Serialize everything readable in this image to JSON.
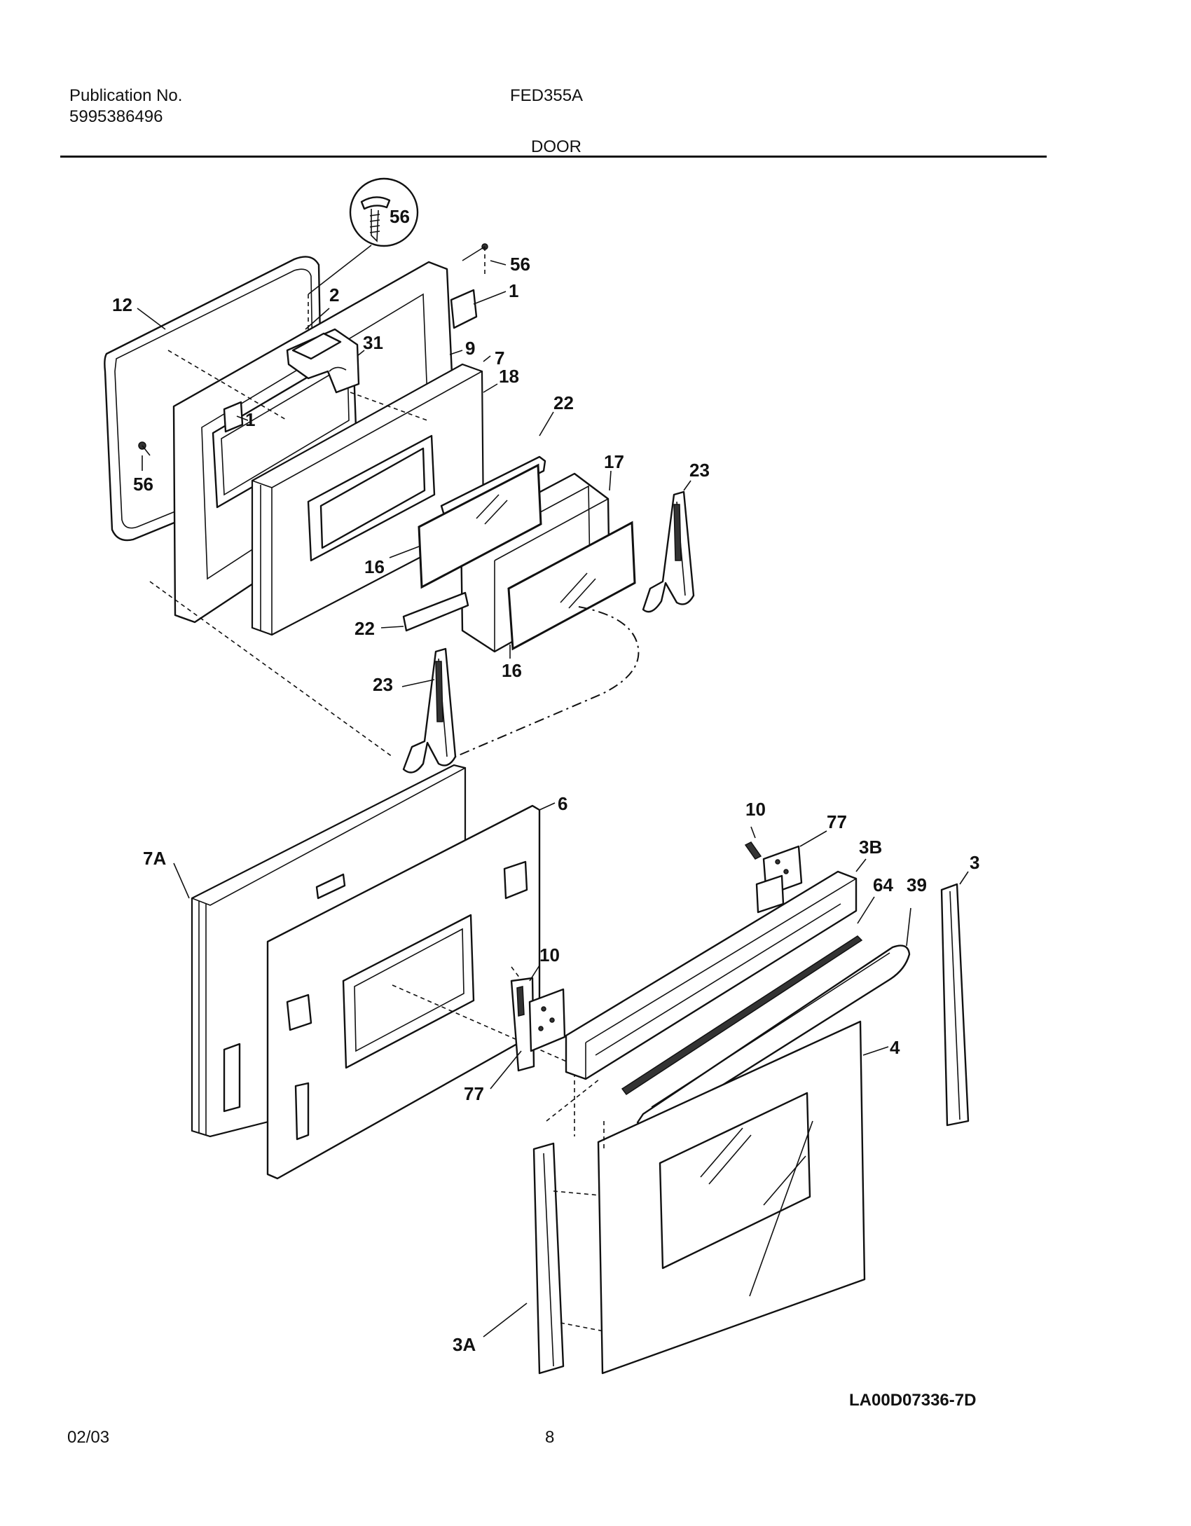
{
  "header": {
    "publication_label": "Publication No.",
    "publication_number": "5995386496",
    "model": "FED355A",
    "section_title": "DOOR"
  },
  "footer": {
    "date": "02/03",
    "page_number": "8",
    "drawing_code": "LA00D07336-7D"
  },
  "callouts": {
    "c56_detail": "56",
    "c56_top": "56",
    "c1_top": "1",
    "c2": "2",
    "c12": "12",
    "c31": "31",
    "c9": "9",
    "c7": "7",
    "c18": "18",
    "c22_top": "22",
    "c1_mid": "1",
    "c56_left": "56",
    "c17": "17",
    "c23_right": "23",
    "c16_left": "16",
    "c22_bottom": "22",
    "c16_bottom": "16",
    "c23_left": "23",
    "c10_top": "10",
    "c77_top": "77",
    "c6": "6",
    "c3b": "3B",
    "c3": "3",
    "c7a": "7A",
    "c64": "64",
    "c39": "39",
    "c10_mid": "10",
    "c4": "4",
    "c77_bottom": "77",
    "c3a": "3A"
  }
}
